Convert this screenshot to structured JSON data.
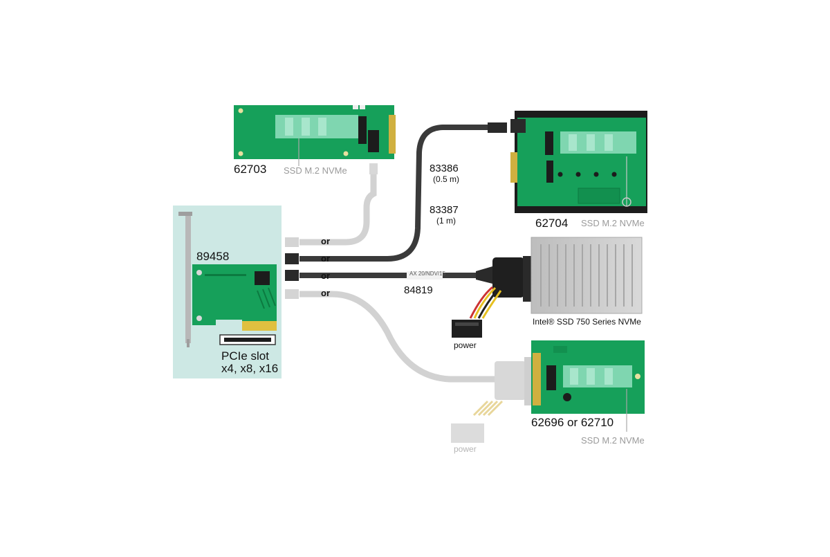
{
  "labels": {
    "card_62703": "62703",
    "card_62703_ssd": "SSD M.2 NVMe",
    "card_62704": "62704",
    "card_62704_ssd": "SSD M.2 NVMe",
    "card_89458": "89458",
    "cable_83386": "83386",
    "cable_83386_len": "(0.5 m)",
    "cable_83387": "83387",
    "cable_83387_len": "(1 m)",
    "cable_84819": "84819",
    "cable_print": "AX 20/NDV/15",
    "or_labels": [
      "or",
      "or",
      "or",
      "or"
    ],
    "intel_ssd": "Intel® SSD 750 Series NVMe",
    "power": "power",
    "power_faded": "power",
    "pcie_line1": "PCIe slot",
    "pcie_line2": "x4, x8, x16",
    "card_62696": "62696 or 62710",
    "card_62696_ssd": "SSD M.2 NVMe"
  },
  "colors": {
    "pcb_green": "#16a05a",
    "panel_bg": "#cde8e4",
    "cable_dark": "#3a3a3a",
    "cable_faded": "#d2d2d2",
    "metal_gray": "#c8c8c8",
    "label_gray": "#9a9a9a"
  }
}
